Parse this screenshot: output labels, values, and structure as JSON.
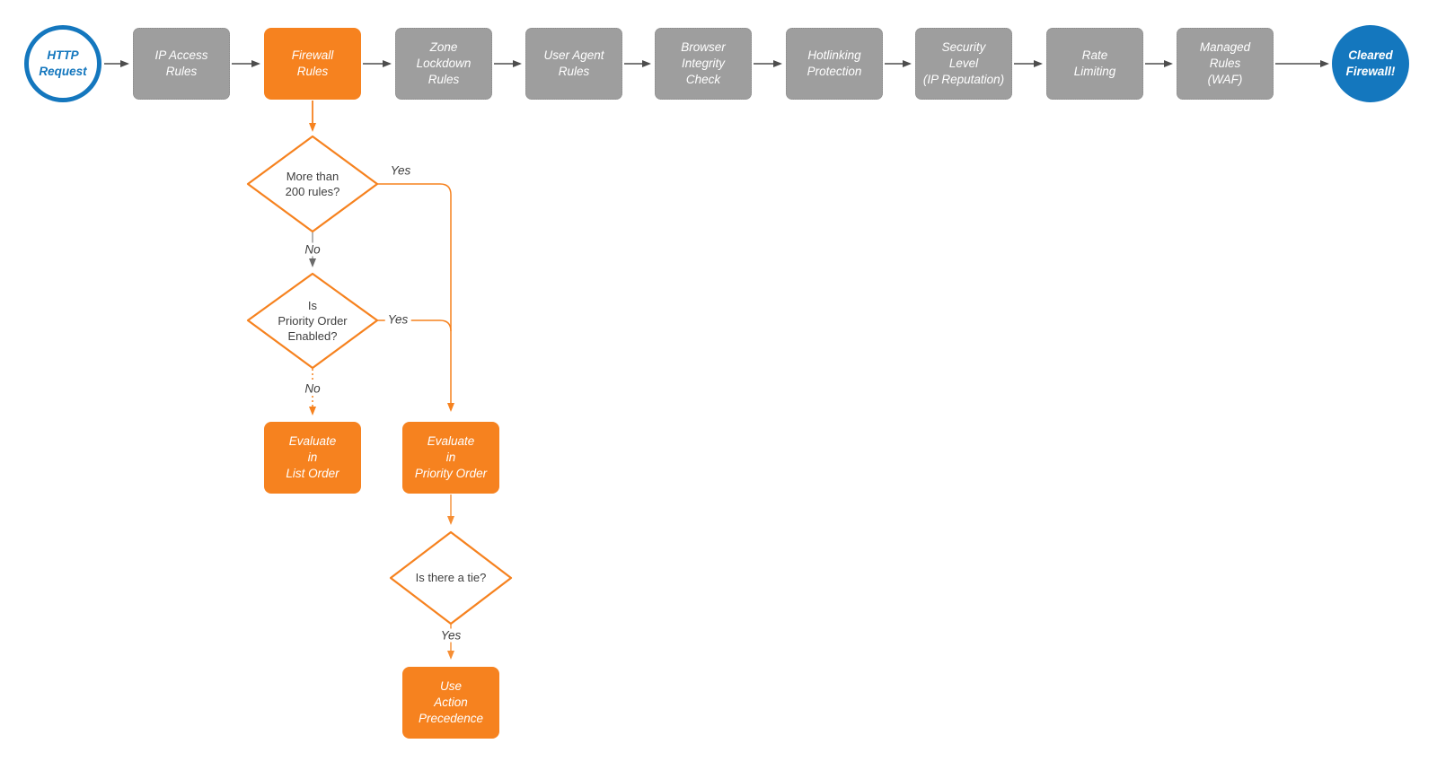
{
  "colors": {
    "orange": "#F6821F",
    "gray": "#9E9E9E",
    "blue": "#1477BE",
    "arrow": "#4D4D4D"
  },
  "pipeline": {
    "start": {
      "label": "HTTP\nRequest"
    },
    "steps": [
      {
        "label": "IP Access\nRules"
      },
      {
        "label": "Firewall\nRules"
      },
      {
        "label": "Zone\nLockdown\nRules"
      },
      {
        "label": "User Agent\nRules"
      },
      {
        "label": "Browser\nIntegrity\nCheck"
      },
      {
        "label": "Hotlinking\nProtection"
      },
      {
        "label": "Security\nLevel\n(IP Reputation)"
      },
      {
        "label": "Rate\nLimiting"
      },
      {
        "label": "Managed\nRules\n(WAF)"
      }
    ],
    "end": {
      "label": "Cleared\nFirewall!"
    }
  },
  "decision_flow": {
    "d1": {
      "question": "More than\n200 rules?",
      "yes_label": "Yes",
      "no_label": "No"
    },
    "d2": {
      "question": "Is\nPriority Order\nEnabled?",
      "yes_label": "Yes",
      "no_label": "No"
    },
    "evaluate_list": {
      "label": "Evaluate\nin\nList Order"
    },
    "evaluate_priority": {
      "label": "Evaluate\nin\nPriority Order"
    },
    "d3": {
      "question": "Is there a tie?",
      "yes_label": "Yes"
    },
    "action_precedence": {
      "label": "Use\nAction\nPrecedence"
    }
  }
}
